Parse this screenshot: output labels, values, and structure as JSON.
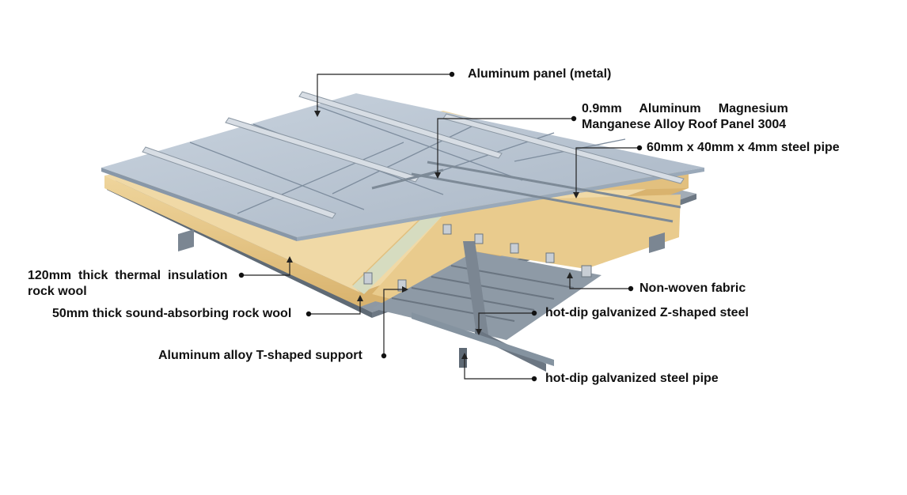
{
  "labels": {
    "aluminum_panel": "Aluminum panel  (metal)",
    "roof_panel_line1": "0.9mm     Aluminum     Magnesium",
    "roof_panel_line2": "Manganese Alloy Roof Panel 3004",
    "steel_pipe_60": "60mm x 40mm x 4mm steel pipe",
    "thermal_insulation_line1": "120mm  thick  thermal  insulation",
    "thermal_insulation_line2": "rock wool",
    "non_woven": "Non-woven fabric",
    "sound_absorbing": "50mm thick sound-absorbing rock wool",
    "z_steel": "hot-dip galvanized Z-shaped steel",
    "t_support": "Aluminum alloy T-shaped support",
    "galv_pipe": "hot-dip galvanized steel pipe"
  },
  "colors": {
    "panel": "#b7c4d3",
    "panel_dark": "#98a7b8",
    "wool": "#e7c88a",
    "wool_dark": "#cfa865",
    "fabric": "#d6dcc0",
    "steel": "#8e9aa6",
    "steel_dark": "#5f6a75"
  }
}
